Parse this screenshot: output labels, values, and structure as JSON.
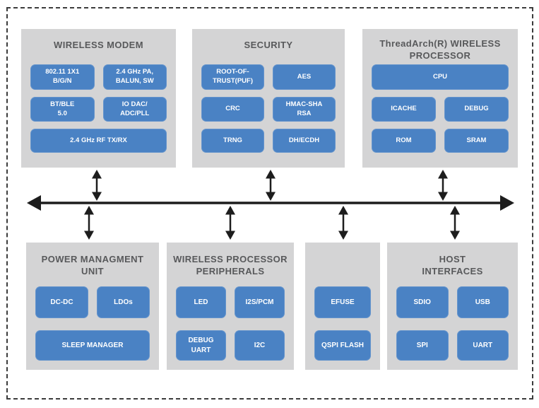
{
  "colors": {
    "panel_gray": "#d4d4d5",
    "block_blue": "#4a82c4",
    "title_text": "#58595b",
    "block_text": "#ffffff",
    "bus_black": "#1d1d1d"
  },
  "modules": [
    {
      "title": "WIRELESS MODEM",
      "blocks": [
        "802.11 1X1\nB/G/N",
        "2.4 GHz PA,\nBALUN, SW",
        "BT/BLE\n5.0",
        "IO DAC/\nADC/PLL",
        "2.4 GHz RF TX/RX"
      ]
    },
    {
      "title": "SECURITY",
      "blocks": [
        "ROOT-OF-\nTRUST(PUF)",
        "AES",
        "CRC",
        "HMAC-SHA\nRSA",
        "TRNG",
        "DH/ECDH"
      ]
    },
    {
      "title": "ThreadArch(R) WIRELESS\nPROCESSOR",
      "blocks": [
        "CPU",
        "ICACHE",
        "DEBUG",
        "ROM",
        "SRAM"
      ]
    },
    {
      "title": "POWER MANAGMENT\nUNIT",
      "blocks": [
        "DC-DC",
        "LDOs",
        "SLEEP MANAGER"
      ]
    },
    {
      "title": "WIRELESS PROCESSOR\nPERIPHERALS",
      "blocks": [
        "LED",
        "I2S/PCM",
        "DEBUG\nUART",
        "I2C"
      ]
    },
    {
      "blocks": [
        "EFUSE",
        "QSPI FLASH"
      ]
    },
    {
      "title": "HOST\nINTERFACES",
      "blocks": [
        "SDIO",
        "USB",
        "SPI",
        "UART"
      ]
    }
  ]
}
